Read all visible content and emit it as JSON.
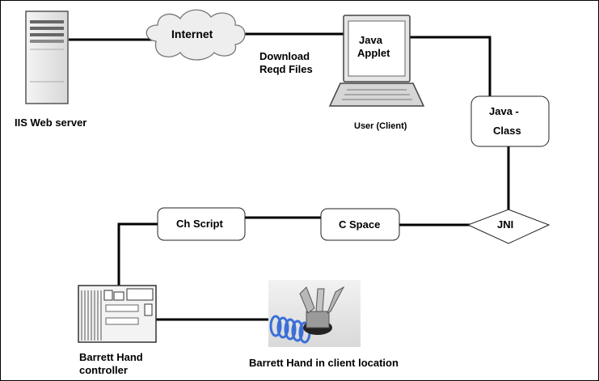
{
  "nodes": {
    "web_server": "IIS Web server",
    "internet": "Internet",
    "applet_line1": "Java",
    "applet_line2": "Applet",
    "download_line1": "Download",
    "download_line2": "Reqd Files",
    "user_client": "User (Client)",
    "java_class_line1": "Java -",
    "java_class_line2": "Class",
    "jni": "JNI",
    "c_space": "C Space",
    "ch_script": "Ch Script",
    "controller_line1": "Barrett Hand",
    "controller_line2": "controller",
    "barrett_hand": "Barrett Hand in client location"
  },
  "icons": {
    "server": "server-tower-icon",
    "cloud": "cloud-icon",
    "laptop": "laptop-icon",
    "controller": "circuit-board-icon",
    "hand": "robot-hand-photo"
  },
  "colors": {
    "line": "#000000",
    "box_fill": "#ffffff",
    "box_stroke": "#222222",
    "cable": "#3a6fd8"
  }
}
